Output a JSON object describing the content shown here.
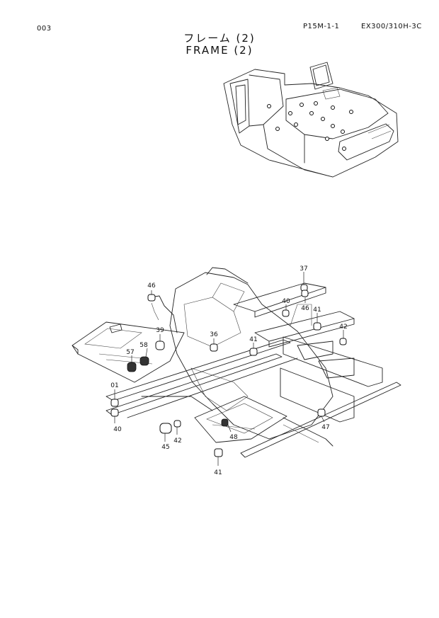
{
  "header": {
    "page_no": "003",
    "ref_code": "P15M-1-1",
    "model_code": "EX300/310H-3C"
  },
  "title": {
    "japanese": "フレーム (2)",
    "english": "FRAME (2)"
  },
  "parts": [
    {
      "num": "37"
    },
    {
      "num": "46"
    },
    {
      "num": "46"
    },
    {
      "num": "40"
    },
    {
      "num": "41"
    },
    {
      "num": "42"
    },
    {
      "num": "39"
    },
    {
      "num": "58"
    },
    {
      "num": "57"
    },
    {
      "num": "36"
    },
    {
      "num": "41"
    },
    {
      "num": "01"
    },
    {
      "num": "40"
    },
    {
      "num": "45"
    },
    {
      "num": "42"
    },
    {
      "num": "48"
    },
    {
      "num": "47"
    },
    {
      "num": "41"
    }
  ]
}
